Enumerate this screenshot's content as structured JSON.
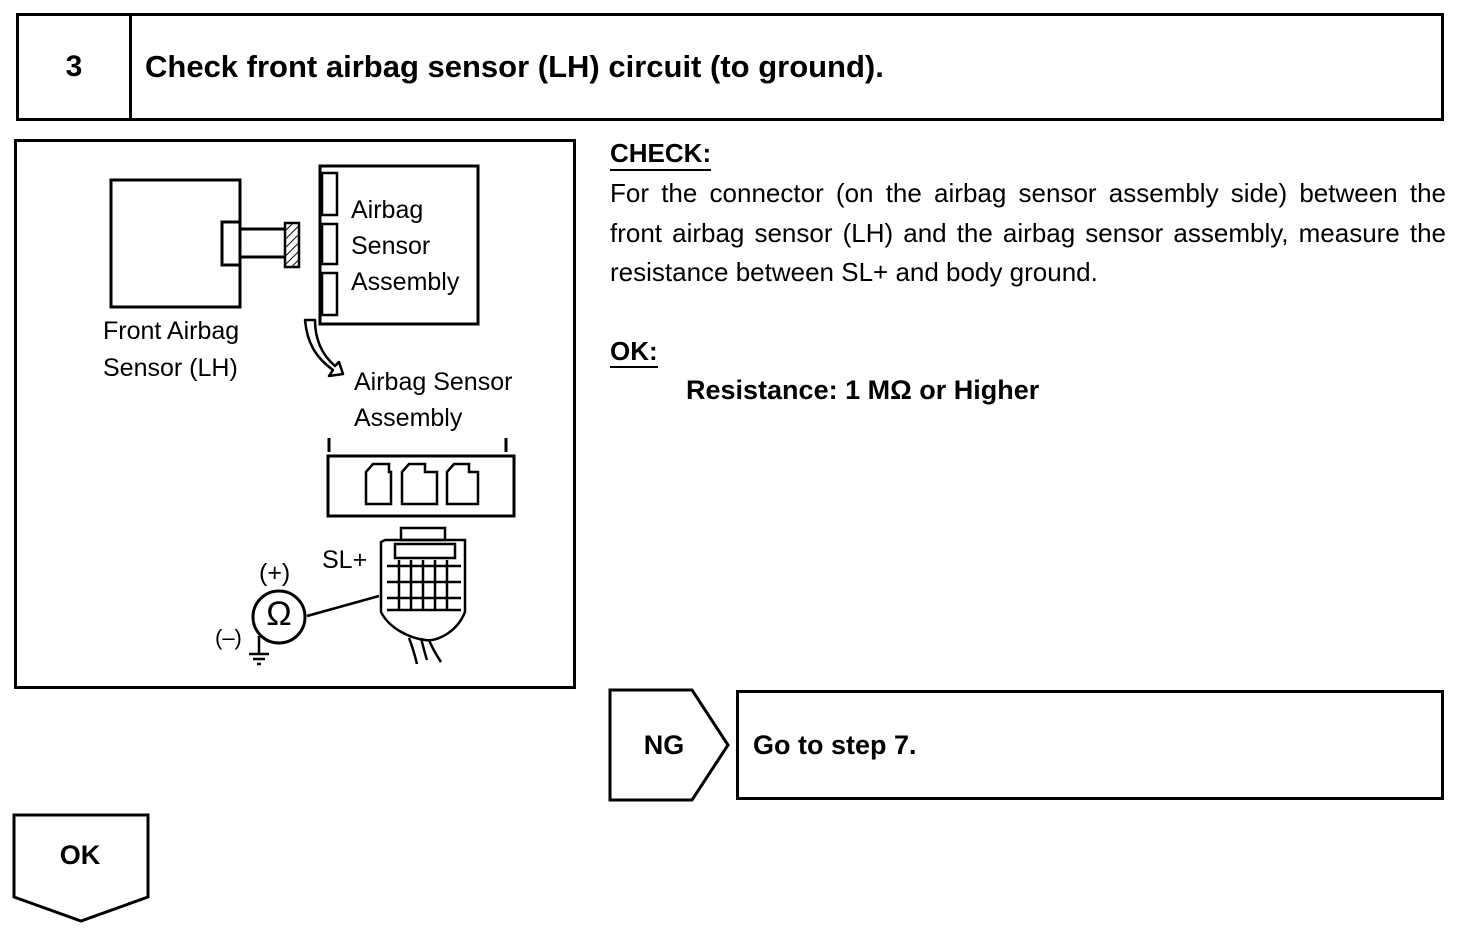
{
  "step": {
    "number": "3",
    "title": "Check front airbag sensor (LH) circuit (to ground)."
  },
  "figure": {
    "front_sensor_label": [
      "Front Airbag",
      "Sensor (LH)"
    ],
    "assembly_label_top": [
      "Airbag",
      "Sensor",
      "Assembly"
    ],
    "assembly_label_bottom": [
      "Airbag Sensor",
      "Assembly"
    ],
    "terminal_label": "SL+",
    "meter_positive": "(+)",
    "meter_negative": "(–)",
    "meter_symbol": "Ω"
  },
  "check": {
    "heading": "CHECK:",
    "text": "For the connector (on the airbag sensor assembly side) between the front airbag sensor (LH) and the airbag sensor assembly, measure the resistance between SL+ and body ground."
  },
  "ok_spec": {
    "heading": "OK:",
    "value": "Resistance: 1 MΩ or Higher"
  },
  "ng_branch": {
    "tag": "NG",
    "action": "Go to step 7."
  },
  "ok_branch": {
    "tag": "OK"
  }
}
